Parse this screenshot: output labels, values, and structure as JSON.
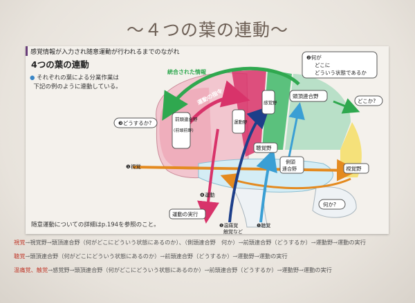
{
  "title": "〜４つの葉の連動〜",
  "figure": {
    "header": "感覚情報が入力され随意運動が行われるまでのながれ",
    "subtitle": "4つの葉の連動",
    "bullet_lines": [
      "それぞれの葉による分業作業は",
      "下記の例のように連動している。"
    ],
    "footnote": "随意運動についての詳細はp.194を参照のこと。",
    "labels": {
      "integrated_info": "統合された情報",
      "motor_command": "運動の指令",
      "how": "❸どうするか?",
      "prefrontal": [
        "前頭連合野",
        "(前頭前野)"
      ],
      "motor_area": "運動野",
      "somatosensory": "感覚野",
      "parietal": "頭頂連合野",
      "what_where": [
        "❷何が",
        "どこに",
        "どういう状態であるか"
      ],
      "where": "どこか?",
      "auditory": "聴覚野",
      "temporal": [
        "側頭",
        "連合野"
      ],
      "visual_area": "視覚野",
      "vision": "❶視覚",
      "motor4": "❹運動",
      "motor_exec": "運動の実行",
      "temp_pain": [
        "❶温痛覚",
        "触覚など"
      ],
      "hearing": "❶聴覚",
      "what": "何か?"
    },
    "colors": {
      "frontal": "#f2c6cf",
      "prefrontal": "#eda8b6",
      "motor": "#d8336a",
      "parietal": "#b9e0c8",
      "sensory": "#3fb86a",
      "temporal": "#d4edf5",
      "occipital": "#f5e17a",
      "green_arrow": "#2fa84f",
      "orange_arrow": "#e48a1f",
      "blue_arrow": "#3a9fd4",
      "navy_arrow": "#1d3f8a",
      "label_circle": "#2a4f9a"
    }
  },
  "notes": [
    {
      "key": "視覚",
      "text": "→視覚野→頭頂連合野（何がどこにどういう状態にあるのか）、（側頭連合野　何か）→前頭連合野（どうするか）→運動野→運動の実行"
    },
    {
      "key": "聴覚",
      "text": "→頭頂連合野（何がどこにどういう状態にあるのか）→前頭連合野（どうするか）→運動野→運動の実行"
    },
    {
      "key": "温痛覚、触覚",
      "text": "→感覚野→頭頂連合野（何がどこにどういう状態にあるのか）→前頭連合野（どうするか）→運動野→運動の実行"
    }
  ]
}
